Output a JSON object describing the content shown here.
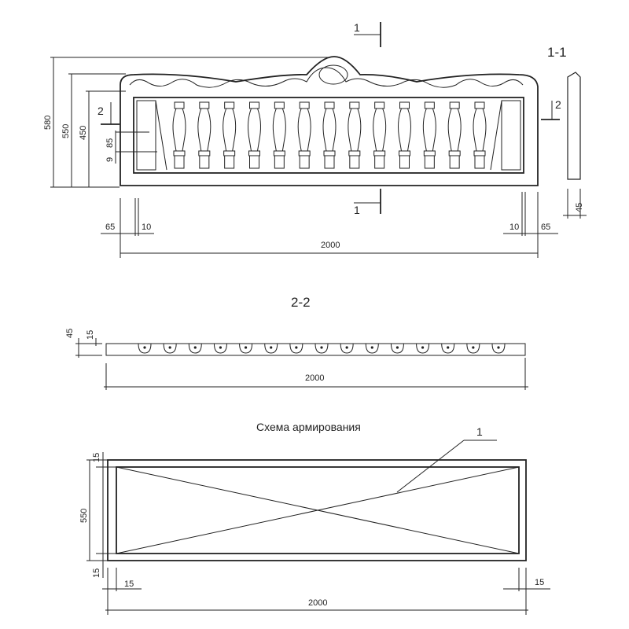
{
  "elevation": {
    "section_title": "1-1",
    "cut_marks": {
      "section1_top": "1",
      "section1_bottom": "1",
      "section2_left": "2",
      "section2_right": "2"
    },
    "dims": {
      "overall_height": "580",
      "panel_height": "550",
      "frame_height": "450",
      "rail_85": "85",
      "rail_9": "9",
      "left_edge": "65",
      "left_inner": "10",
      "right_inner": "10",
      "right_edge": "65",
      "length": "2000",
      "section_thickness": "45"
    },
    "baluster_count": 13
  },
  "section22": {
    "title": "2-2",
    "dims": {
      "thickness": "45",
      "depth": "15",
      "length": "2000"
    },
    "hole_count": 15
  },
  "reinforcement": {
    "title": "Схема армирования",
    "leader_label": "1",
    "dims": {
      "top_cover": "15",
      "height": "550",
      "bottom_cover": "15",
      "left_cover": "15",
      "length": "2000",
      "right_cover": "15"
    }
  }
}
